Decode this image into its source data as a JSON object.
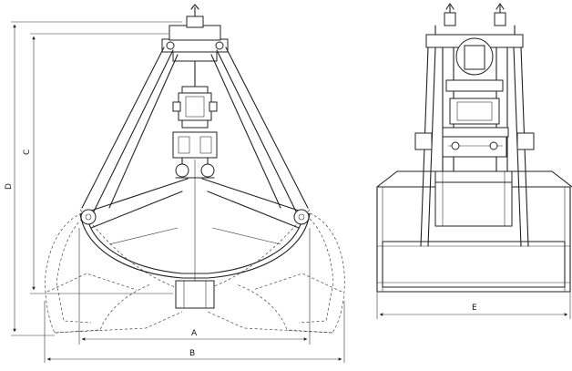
{
  "dimensions": {
    "a": "A",
    "b": "B",
    "c": "C",
    "d": "D",
    "e": "E"
  },
  "views": [
    "front-view",
    "side-view"
  ]
}
